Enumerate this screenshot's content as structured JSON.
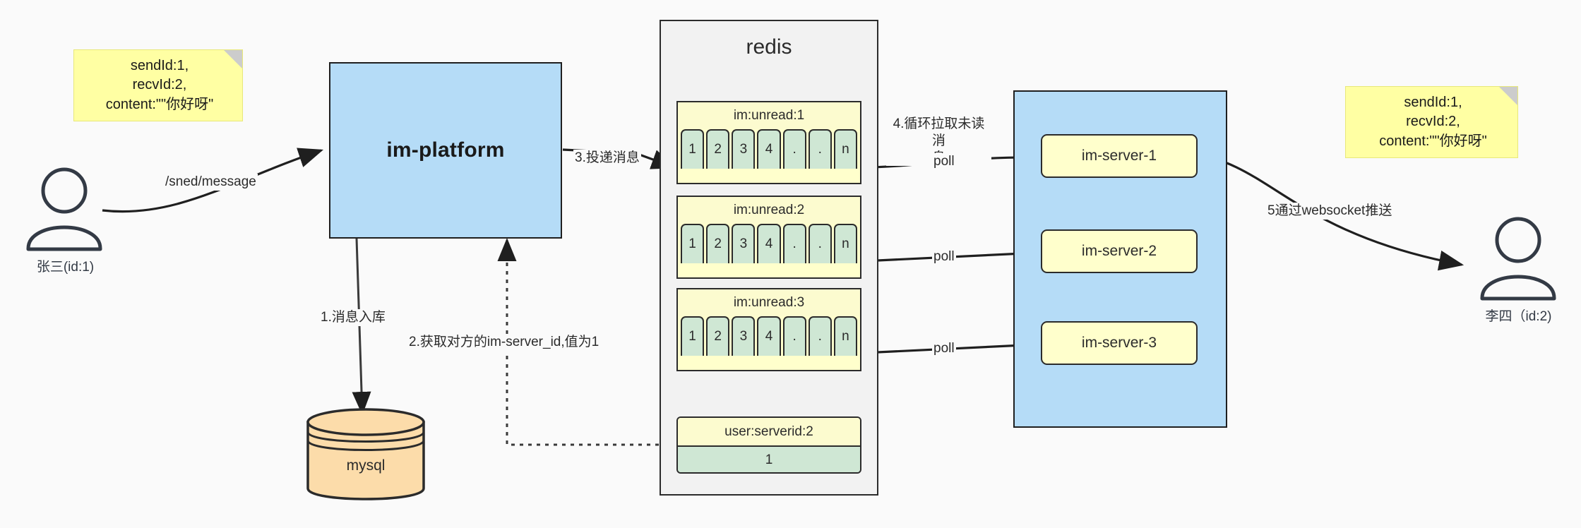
{
  "diagram": {
    "title_note_left": "sendId:1,\nrecvId:2,\ncontent:\"\"你好呀\"",
    "title_note_right": "sendId:1,\nrecvId:2,\ncontent:\"\"你好呀\""
  },
  "actors": {
    "left": {
      "label": "张三(id:1)",
      "icon": "user-icon"
    },
    "right": {
      "label": "李四（id:2)",
      "icon": "user-icon"
    }
  },
  "platform": {
    "label": "im-platform"
  },
  "database": {
    "label": "mysql"
  },
  "redis": {
    "title": "redis",
    "lists": [
      {
        "key": "im:unread:1",
        "cells": [
          "1",
          "2",
          "3",
          "4",
          ".",
          ".",
          "n"
        ]
      },
      {
        "key": "im:unread:2",
        "cells": [
          "1",
          "2",
          "3",
          "4",
          ".",
          ".",
          "n"
        ]
      },
      {
        "key": "im:unread:3",
        "cells": [
          "1",
          "2",
          "3",
          "4",
          ".",
          ".",
          "n"
        ]
      }
    ],
    "kv": {
      "key": "user:serverid:2",
      "value": "1"
    }
  },
  "server_cluster": {
    "nodes": [
      {
        "label": "im-server-1"
      },
      {
        "label": "im-server-2"
      },
      {
        "label": "im-server-3"
      }
    ]
  },
  "edges": {
    "send_message": "/sned/message",
    "step1": "1.消息入库",
    "step2": "2.获取对方的im-server_id,值为1",
    "step3": "3.投递消息",
    "step4": "4.循环拉取未读消\n息",
    "step5": "5通过websocket推送",
    "poll1": "poll",
    "poll2": "poll",
    "poll3": "poll"
  },
  "colors": {
    "note": "#ffffa3",
    "blue": "#b5dcf7",
    "green_cell": "#cfe7d4",
    "yellow_key": "#fcfbcf",
    "db_orange": "#fcdcaa",
    "stroke": "#2b2b2b",
    "background": "#fafafa"
  }
}
